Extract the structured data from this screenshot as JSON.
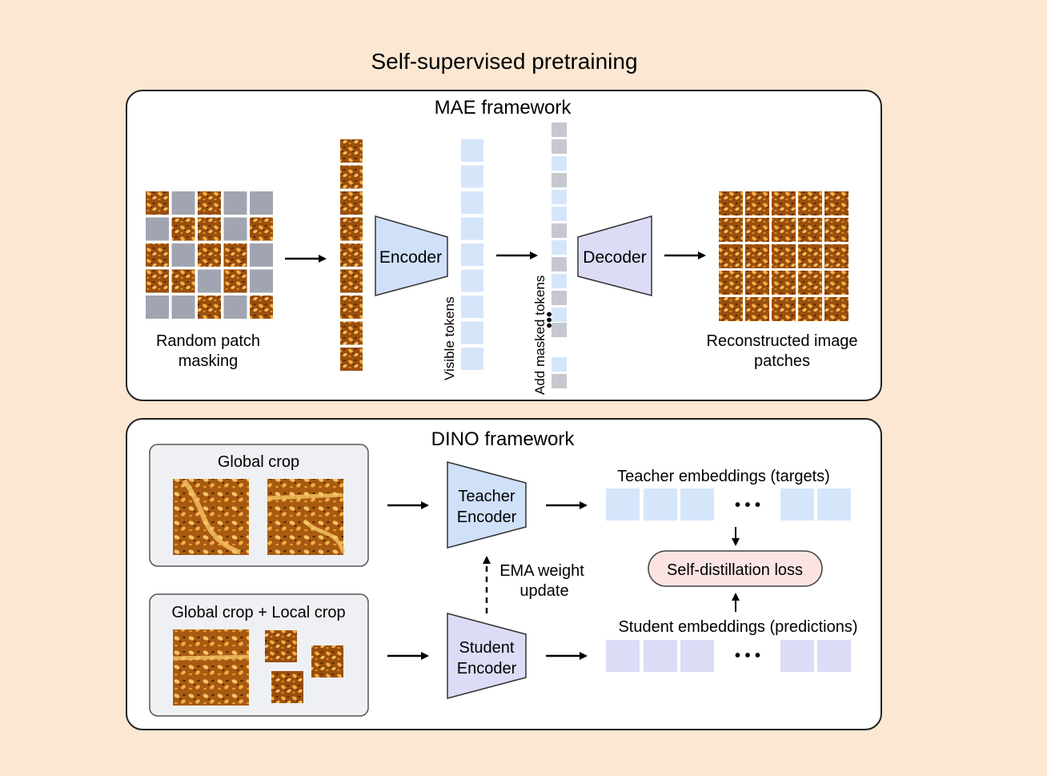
{
  "title": "Self-supervised pretraining",
  "mae": {
    "title": "MAE framework",
    "masking_label_line1": "Random patch",
    "masking_label_line2": "masking",
    "encoder_label": "Encoder",
    "visible_tokens_label": "Visible tokens",
    "masked_tokens_label": "Add masked tokens",
    "decoder_label": "Decoder",
    "recon_label_line1": "Reconstructed image",
    "recon_label_line2": "patches",
    "mask_grid": [
      [
        1,
        0,
        1,
        0,
        0
      ],
      [
        0,
        1,
        1,
        0,
        1
      ],
      [
        1,
        0,
        1,
        1,
        0
      ],
      [
        1,
        1,
        0,
        1,
        0
      ],
      [
        0,
        0,
        1,
        0,
        1
      ]
    ],
    "masked_token_pattern": [
      0,
      0,
      1,
      0,
      1,
      1,
      0,
      1,
      0,
      1,
      0,
      1,
      0,
      1,
      0,
      1,
      0,
      0
    ]
  },
  "dino": {
    "title": "DINO framework",
    "global_crop_label": "Global crop",
    "global_local_label": "Global crop + Local crop",
    "teacher_label_line1": "Teacher",
    "teacher_label_line2": "Encoder",
    "student_label_line1": "Student",
    "student_label_line2": "Encoder",
    "ema_label_line1": "EMA weight",
    "ema_label_line2": "update",
    "teacher_emb_label": "Teacher embeddings (targets)",
    "student_emb_label": "Student embeddings (predictions)",
    "loss_label": "Self-distillation loss",
    "ellipsis": "• • •"
  },
  "colors": {
    "background": "#fbe7d2",
    "panel": "#ffffff",
    "crop_box": "#eff0f4",
    "encoder_blue": "#cfe0f8",
    "decoder_purple": "#dcdcf6",
    "token_blue": "#d5e6fb",
    "token_gray": "#c6c8cf",
    "mask_gray": "#a0a5b1",
    "student_token": "#dcdcf7",
    "loss_pill": "#fbe3e3",
    "patch_dark": "#7a3c08",
    "patch_light": "#f2a83a"
  }
}
